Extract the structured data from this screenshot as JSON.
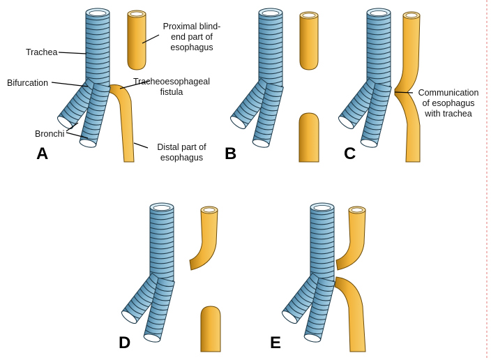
{
  "colors": {
    "trachea": "#7fb3cf",
    "trachea_dark": "#3a6e8c",
    "esophagus": "#f2b43a",
    "esophagus_dark": "#b27a12",
    "border_dash": "#e07a7a"
  },
  "panels": {
    "a": {
      "letter": "A",
      "labels": {
        "trachea": "Trachea",
        "bifurcation": "Bifurcation",
        "bronchi": "Bronchi",
        "proximal": [
          "Proximal blind-",
          "end part of",
          "esophagus"
        ],
        "fistula": [
          "Tracheoesophageal",
          "fistula"
        ],
        "distal": [
          "Distal part of",
          "esophagus"
        ]
      }
    },
    "b": {
      "letter": "B"
    },
    "c": {
      "letter": "C",
      "labels": {
        "communication": [
          "Communication",
          "of esophagus",
          "with trachea"
        ]
      }
    },
    "d": {
      "letter": "D"
    },
    "e": {
      "letter": "E"
    }
  }
}
